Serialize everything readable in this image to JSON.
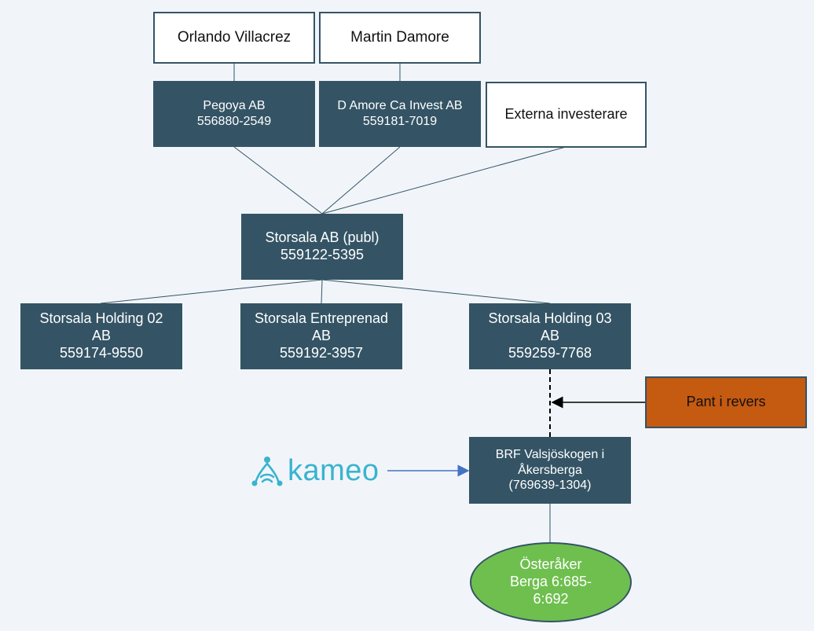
{
  "people": {
    "orlando": "Orlando Villacrez",
    "martin": "Martin Damore"
  },
  "owners": {
    "pegoya": {
      "name": "Pegoya AB",
      "id": "556880-2549"
    },
    "damore": {
      "name": "D Amore Ca Invest AB",
      "id": "559181-7019"
    },
    "external": "Externa investerare"
  },
  "parent": {
    "name": "Storsala AB (publ)",
    "id": "559122-5395"
  },
  "subsidiaries": {
    "holding02": {
      "line1": "Storsala Holding 02",
      "line2": "AB",
      "id": "559174-9550"
    },
    "entreprenad": {
      "line1": "Storsala Entreprenad",
      "line2": "AB",
      "id": "559192-3957"
    },
    "holding03": {
      "line1": "Storsala Holding 03",
      "line2": "AB",
      "id": "559259-7768"
    }
  },
  "pledge": "Pant i revers",
  "brf": {
    "line1": "BRF Valsjöskogen i",
    "line2": "Åkersberga",
    "line3": "(769639-1304)"
  },
  "property": {
    "line1": "Österåker",
    "line2": "Berga 6:685-",
    "line3": "6:692"
  },
  "lender": {
    "logo_text": "kameo",
    "logo_icon": "kameo-logo-icon"
  },
  "colors": {
    "dark_box": "#345465",
    "background": "#f1f5fa",
    "pledge_box": "#c55a11",
    "property_ellipse": "#6fbf4f",
    "kameo_brand": "#3ab3cf",
    "arrow_blue": "#4472c4"
  }
}
